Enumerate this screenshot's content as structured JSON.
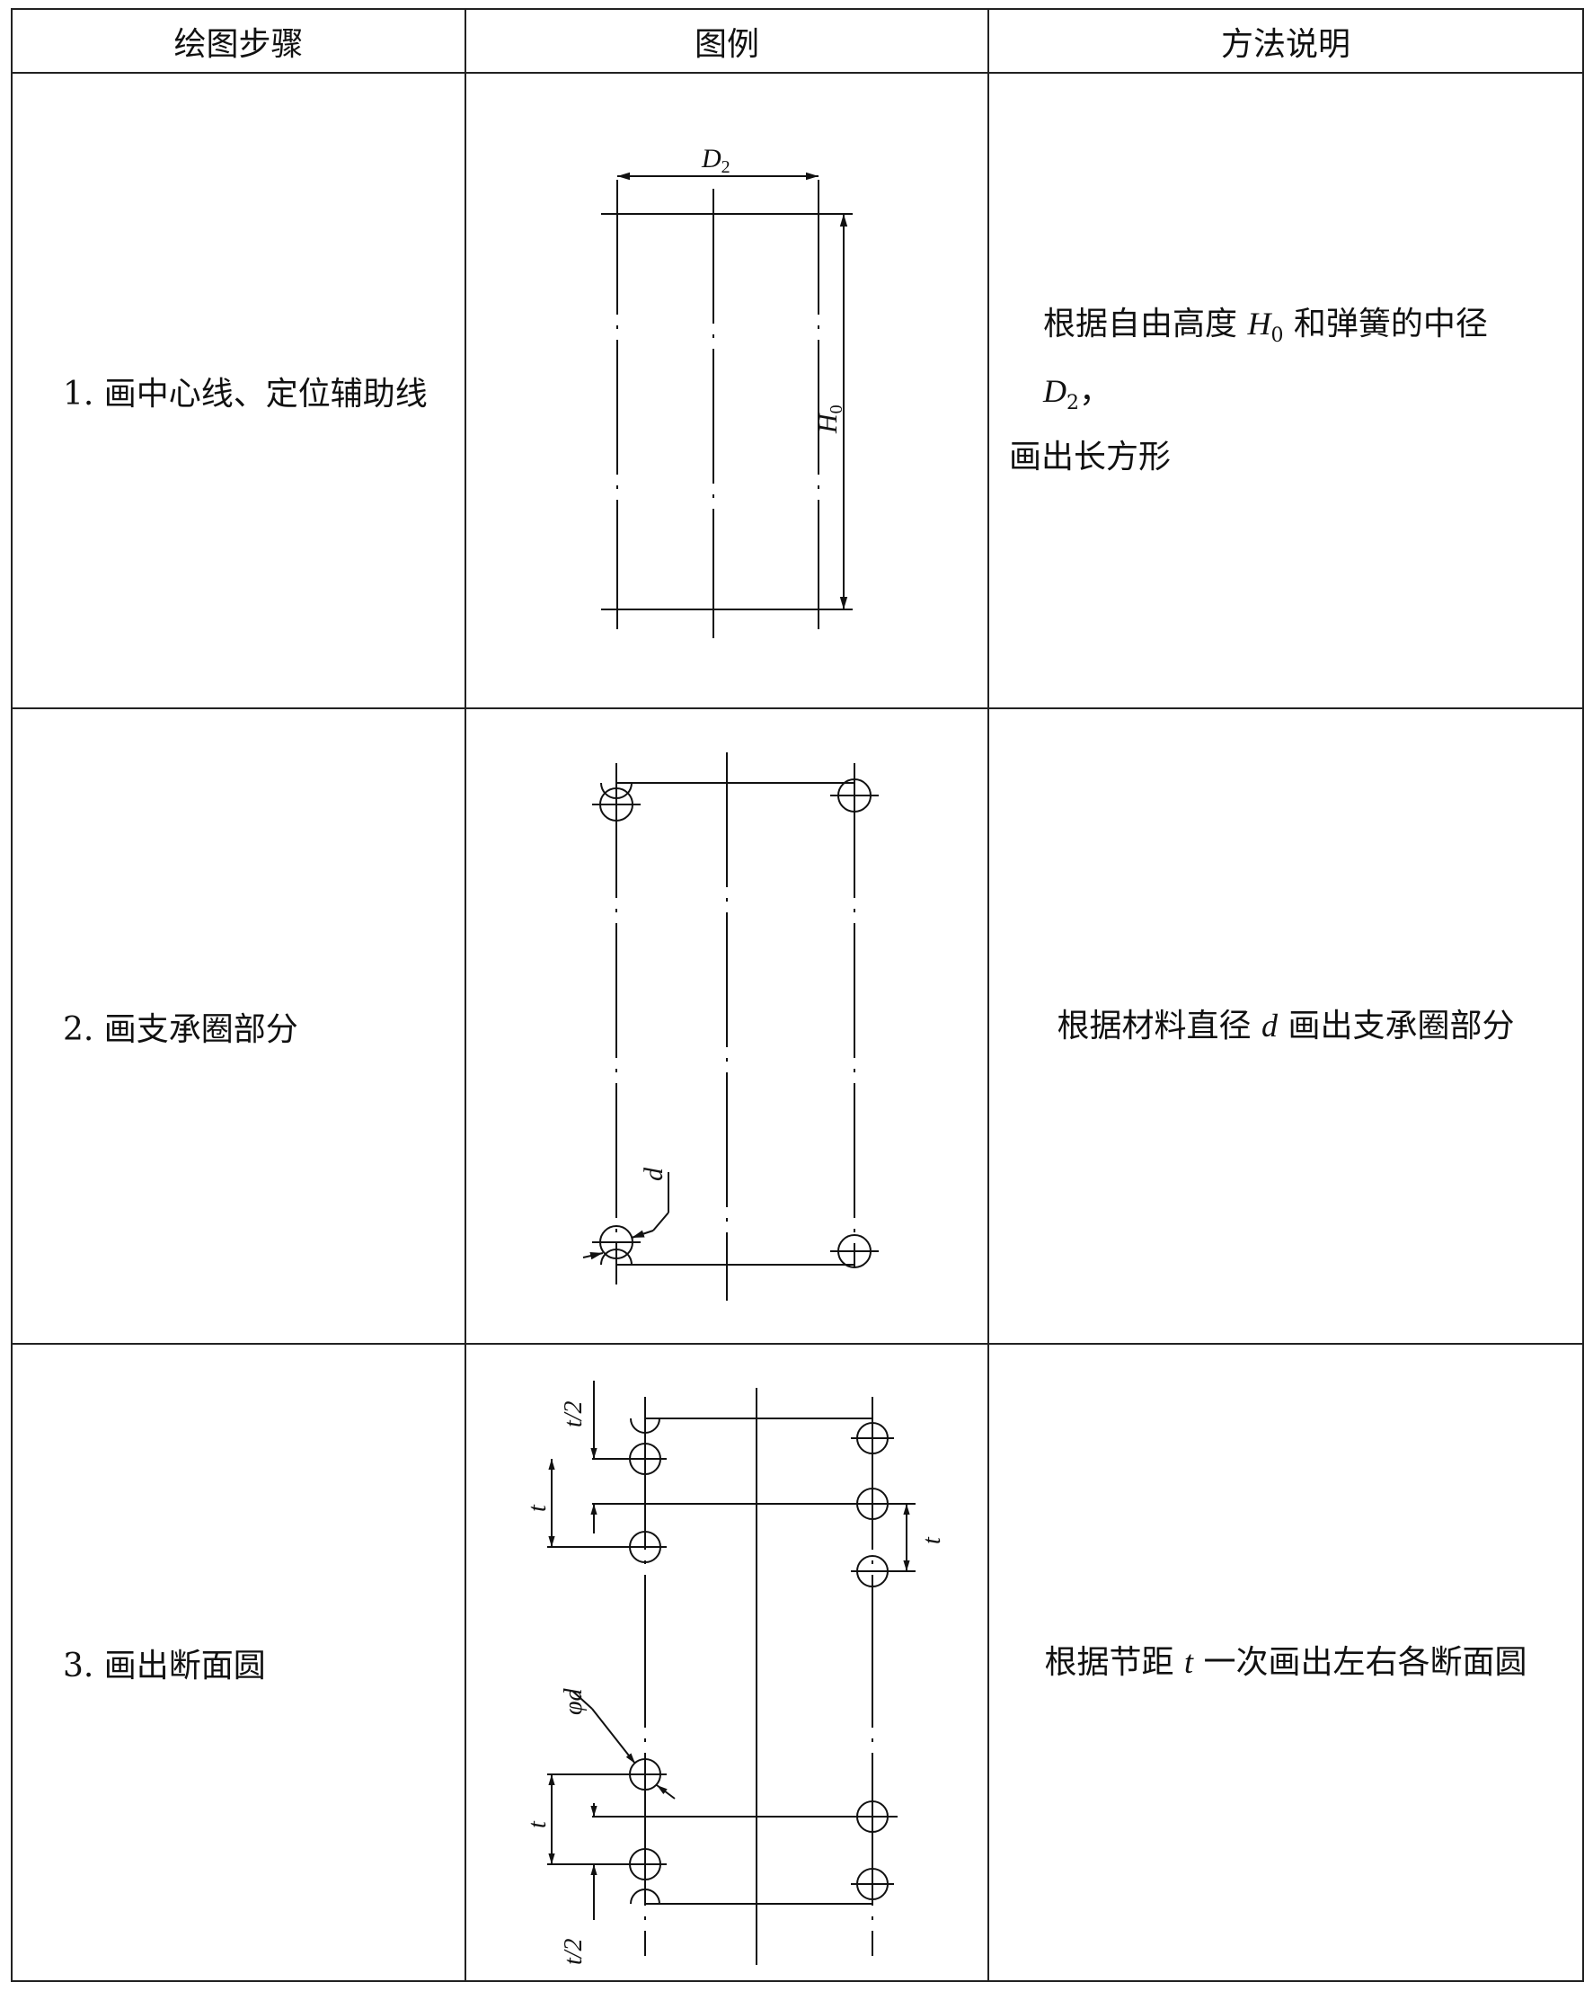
{
  "header": {
    "col1": "绘图步骤",
    "col2": "图例",
    "col3": "方法说明"
  },
  "rows": [
    {
      "step": "1. 画中心线、定位辅助线",
      "desc_a": "根据自由高度 ",
      "desc_var1": "H",
      "desc_sub1": "0",
      "desc_b": " 和弹簧的中径 ",
      "desc_var2": "D",
      "desc_sub2": "2",
      "desc_c": "，",
      "desc_line2": "画出长方形",
      "labels": {
        "d2": "D",
        "d2_sub": "2",
        "h0": "H",
        "h0_sub": "0"
      }
    },
    {
      "step": "2. 画支承圈部分",
      "desc_a": "根据材料直径 ",
      "desc_var": "d",
      "desc_b": " 画出支承圈部分",
      "labels": {
        "d": "d"
      }
    },
    {
      "step": "3. 画出断面圆",
      "desc_a": "根据节距 ",
      "desc_var": "t",
      "desc_b": " 一次画出左右各断面圆",
      "labels": {
        "t_half": "t/2",
        "t": "t",
        "phi_d": "φd"
      }
    }
  ]
}
